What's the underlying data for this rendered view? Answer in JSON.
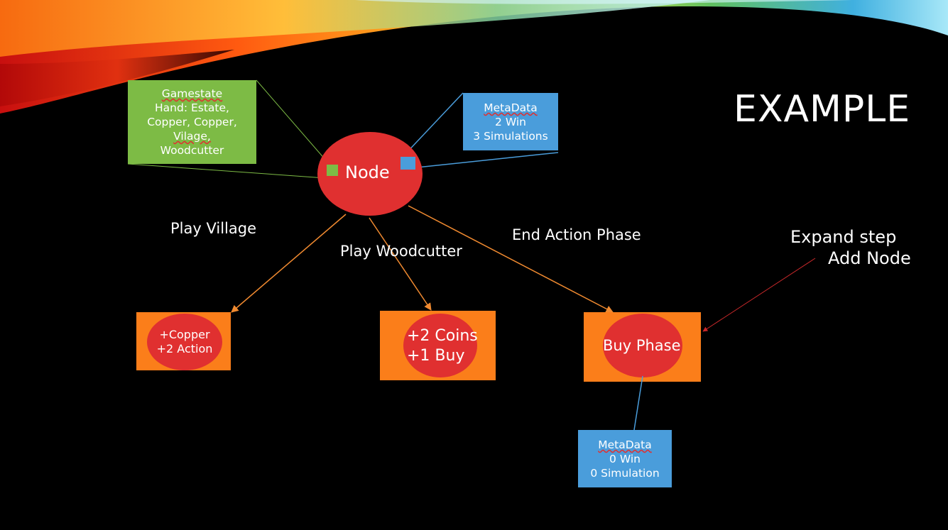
{
  "slide": {
    "title": "EXAMPLE"
  },
  "gamestate_box": {
    "heading": "Gamestate",
    "line1": "Hand: Estate,",
    "line2": "Copper, Copper,",
    "line3": "Vilage,",
    "line4": "Woodcutter"
  },
  "metadata_root": {
    "heading": "MetaData",
    "line1": "2 Win",
    "line2": "3 Simulations"
  },
  "root_node": {
    "label": "Node"
  },
  "edges": {
    "play_village": "Play Village",
    "play_woodcutter": "Play Woodcutter",
    "end_action_phase": "End Action Phase"
  },
  "child_village": {
    "line1": "+Copper",
    "line2": "+2 Action"
  },
  "child_woodcutter": {
    "line1": "+2 Coins",
    "line2": "+1 Buy"
  },
  "child_buy": {
    "label": "Buy Phase"
  },
  "metadata_buy": {
    "heading": "MetaData",
    "line1": "0 Win",
    "line2": "0 Simulation"
  },
  "annotation": {
    "line1": "Expand step",
    "line2": "Add Node"
  },
  "colors": {
    "node_red": "#e03030",
    "box_orange": "#fb7e1a",
    "box_green": "#7dbb45",
    "box_blue": "#4a9ddb",
    "edge_orange": "#f08a30",
    "arrow_red": "#c8282a"
  }
}
